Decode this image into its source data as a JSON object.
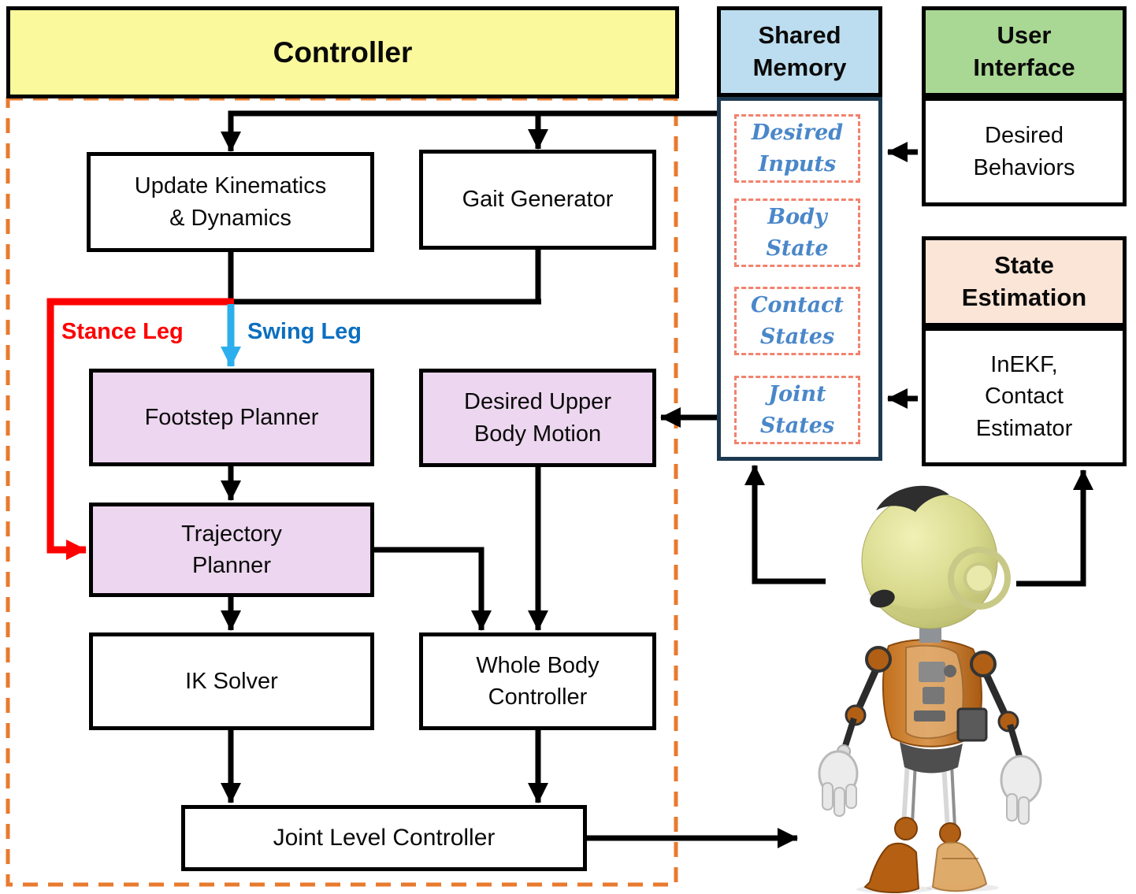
{
  "controller": {
    "title": "Controller"
  },
  "controller_blocks": {
    "update_kinematics": "Update Kinematics\n& Dynamics",
    "gait_generator": "Gait Generator",
    "footstep_planner": "Footstep Planner",
    "trajectory_planner": "Trajectory\nPlanner",
    "desired_upper_body_motion": "Desired Upper\nBody Motion",
    "ik_solver": "IK Solver",
    "whole_body_controller": "Whole Body\nController",
    "joint_level_controller": "Joint Level Controller"
  },
  "shared_memory": {
    "title": "Shared\nMemory",
    "items": [
      {
        "label": "Desired\nInputs"
      },
      {
        "label": "Body\nState"
      },
      {
        "label": "Contact\nStates"
      },
      {
        "label": "Joint\nStates"
      }
    ]
  },
  "user_interface": {
    "title": "User\nInterface",
    "body": "Desired\nBehaviors"
  },
  "state_estimation": {
    "title": "State\nEstimation",
    "body": "InEKF,\nContact\nEstimator"
  },
  "edge_labels": {
    "stance_leg": "Stance Leg",
    "swing_leg": "Swing Leg"
  },
  "colors": {
    "controller_fill": "#FAFA9D",
    "shared_memory_fill": "#BCDDEF",
    "shared_memory_border": "#1D3950",
    "user_interface_fill": "#A9D794",
    "state_estimation_fill": "#FBE5D7",
    "planner_fill": "#EDD6EF",
    "stance_leg_red": "#FF0000",
    "swing_leg_arrow_blue": "#2CAFEC",
    "swing_leg_text_blue": "#0B6FC0",
    "shared_item_text_blue": "#4A87C9",
    "shared_item_dash_salmon": "#F2826E",
    "controller_dash_orange": "#E87A2E"
  }
}
